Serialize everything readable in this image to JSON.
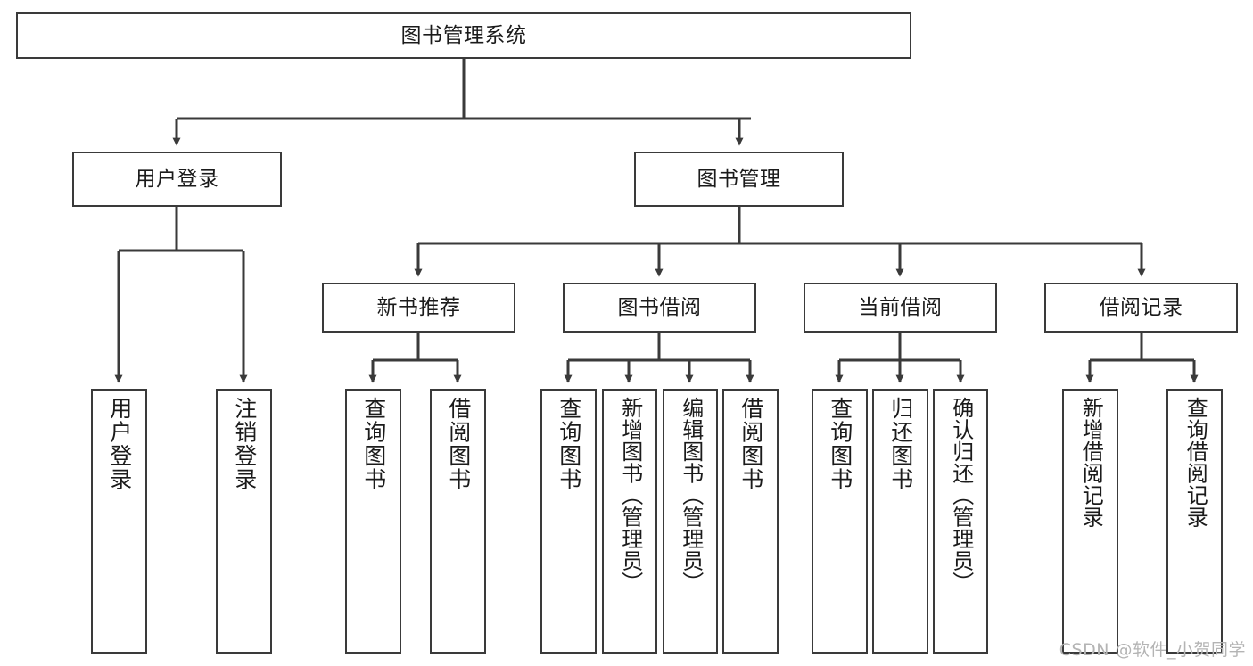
{
  "diagram": {
    "type": "tree",
    "title": "图书管理系统",
    "line_color": "#3a3a3a",
    "box_fill": "#ffffff",
    "text_color": "#1b1b1b",
    "watermark": "CSDN @软件_小贺同学",
    "nodes": {
      "root": {
        "label": "图书管理系统"
      },
      "level2": [
        {
          "id": "user-login",
          "label": "用户登录"
        },
        {
          "id": "book-manage",
          "label": "图书管理"
        }
      ],
      "level3": [
        {
          "id": "new-book-recommend",
          "label": "新书推荐"
        },
        {
          "id": "book-borrow",
          "label": "图书借阅"
        },
        {
          "id": "current-borrow",
          "label": "当前借阅"
        },
        {
          "id": "borrow-record",
          "label": "借阅记录"
        }
      ],
      "leaves": {
        "user-login": [
          {
            "id": "leaf-user-login",
            "label": "用户登录"
          },
          {
            "id": "leaf-logout-login",
            "label": "注销登录"
          }
        ],
        "new-book-recommend": [
          {
            "id": "leaf-query-book-1",
            "label": "查询图书"
          },
          {
            "id": "leaf-borrow-book-1",
            "label": "借阅图书"
          }
        ],
        "book-borrow": [
          {
            "id": "leaf-query-book-2",
            "label": "查询图书"
          },
          {
            "id": "leaf-add-book",
            "label": "新增图书（管理员）"
          },
          {
            "id": "leaf-edit-book",
            "label": "编辑图书（管理员）"
          },
          {
            "id": "leaf-borrow-book-2",
            "label": "借阅图书"
          }
        ],
        "current-borrow": [
          {
            "id": "leaf-query-book-3",
            "label": "查询图书"
          },
          {
            "id": "leaf-return-book",
            "label": "归还图书"
          },
          {
            "id": "leaf-confirm-return",
            "label": "确认归还（管理员）"
          }
        ],
        "borrow-record": [
          {
            "id": "leaf-add-record",
            "label": "新增借阅记录"
          },
          {
            "id": "leaf-query-record",
            "label": "查询借阅记录"
          }
        ]
      }
    }
  }
}
